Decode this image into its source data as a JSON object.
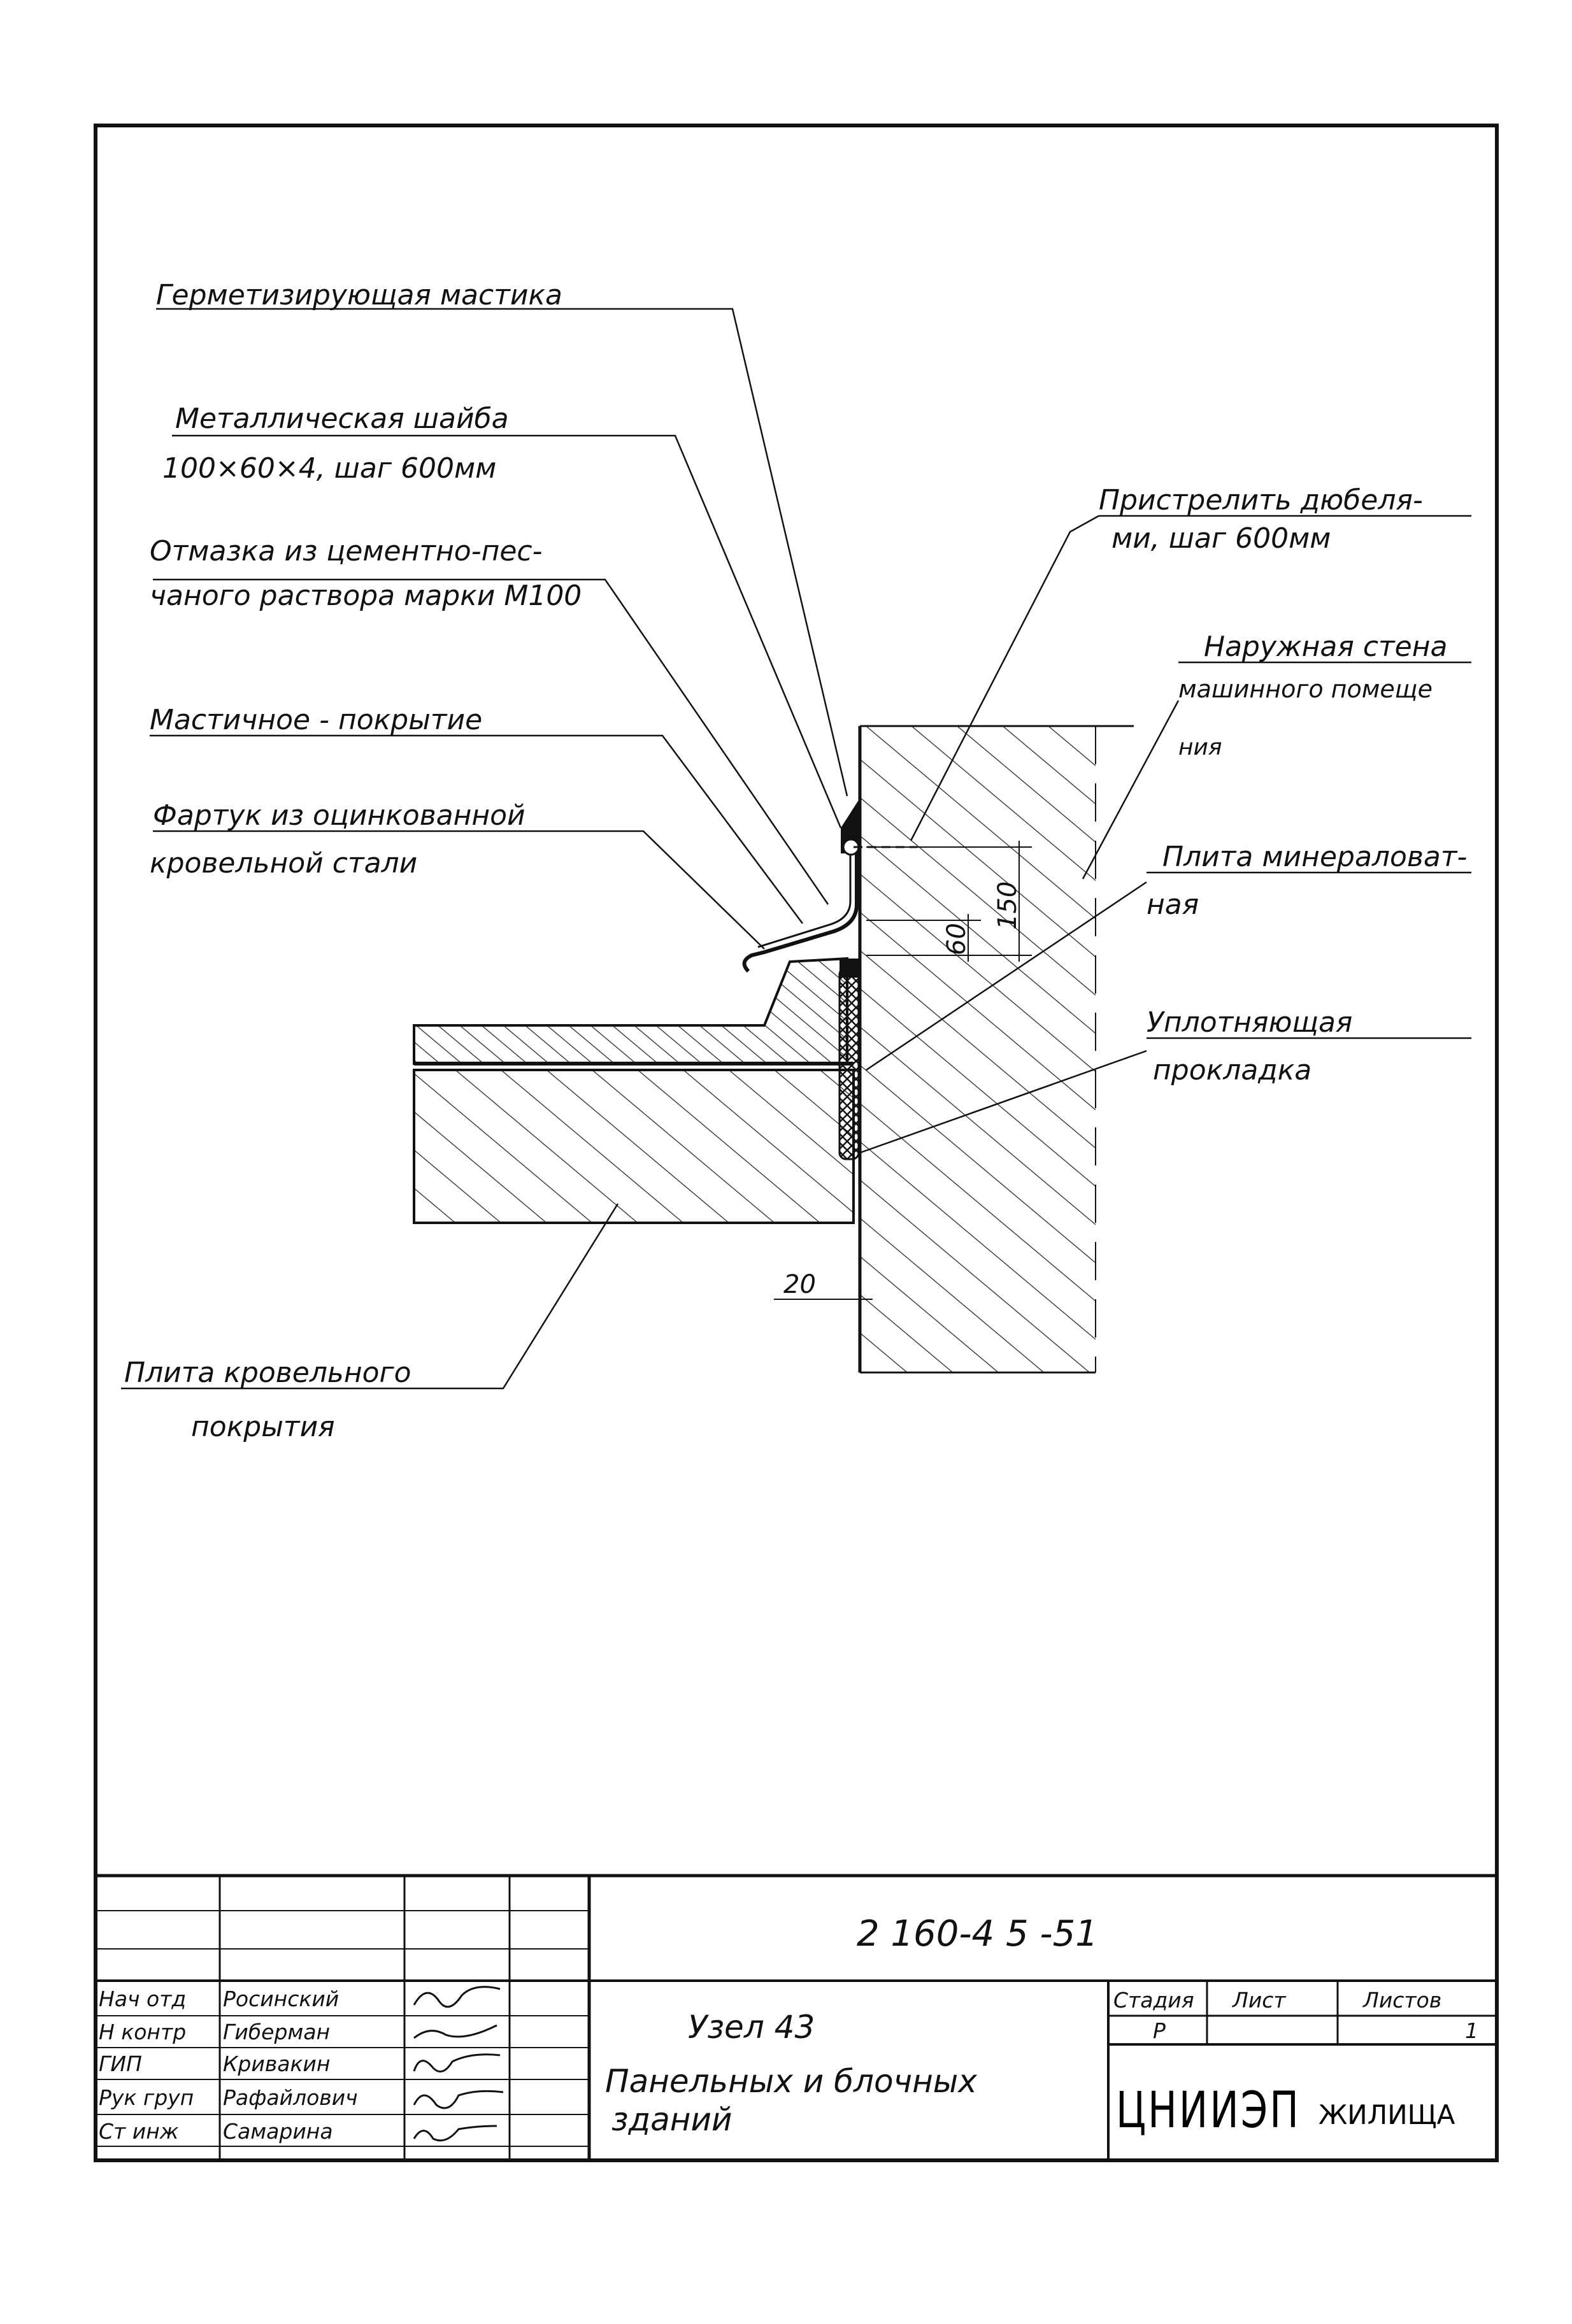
{
  "callouts": {
    "sealant": "Герметизирующая мастика",
    "washer_line1": "Металлическая шайба",
    "washer_line2": "100×60×4,  шаг 600мм",
    "mortar_line1": "Отмазка из цементно-пес-",
    "mortar_line2": "чаного раствора марки М100",
    "mastic_cover": "Мастичное - покрытие",
    "apron_line1": "Фартук из оцинкованной",
    "apron_line2": "кровельной стали",
    "dowel_line1": "Пристрелить дюбеля-",
    "dowel_line2": "ми, шаг 600мм",
    "wall_line1": "Наружная стена",
    "wall_line2": "машинного помеще",
    "wall_line3": "ния",
    "mineral_line1": "Плита минераловат-",
    "mineral_line2": "ная",
    "gasket_line1": "Уплотняющая",
    "gasket_line2": "прокладка",
    "roof_slab_line1": "Плита кровельного",
    "roof_slab_line2": "покрытия"
  },
  "dimensions": {
    "d150": "150",
    "d60": "60",
    "d20": "20"
  },
  "title_block": {
    "doc_code": "2 160-4 5  -51",
    "rows": [
      {
        "role": "Нач отд",
        "name": "Росинский"
      },
      {
        "role": "Н контр",
        "name": "Гиберман"
      },
      {
        "role": "ГИП",
        "name": "Кривакин"
      },
      {
        "role": "Рук груп",
        "name": "Рафайлович"
      },
      {
        "role": "Ст инж",
        "name": "Самарина"
      }
    ],
    "title_line1": "Узел      43",
    "title_line2": "Панельных   и блочных",
    "title_line3": "зданий",
    "stage_header": "Стадия",
    "sheet_header": "Лист",
    "sheets_header": "Листов",
    "stage_value": "Р",
    "sheets_value": "1",
    "org_logo": "ЦНИИЭП",
    "org_name": "ЖИЛИЩА"
  }
}
